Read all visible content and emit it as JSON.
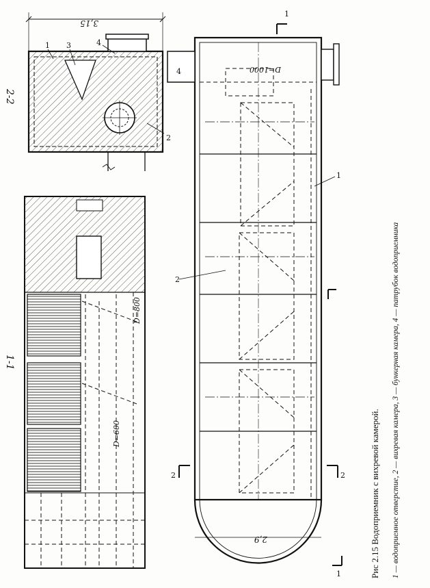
{
  "figure": {
    "caption_title": "Рис 2.15  Водоприемник с вихревой камерой.",
    "caption_legend": "1 — водоприемное отверстие, 2 — вихревая камера, 3 — бункерная камера, 4 — патрубок водоприемника"
  },
  "views": {
    "section_1_1": "1-1",
    "section_2_2": "2-2"
  },
  "labels": {
    "n1": "1",
    "n2": "2",
    "n3": "3",
    "n4": "4"
  },
  "dimensions": {
    "width_2_2": "3,15",
    "width_plan": "2,9",
    "d_1000": "D=1000",
    "d_800": "D=800",
    "d_600": "D=600"
  },
  "cut_marks": {
    "one": "1",
    "two": "2"
  }
}
